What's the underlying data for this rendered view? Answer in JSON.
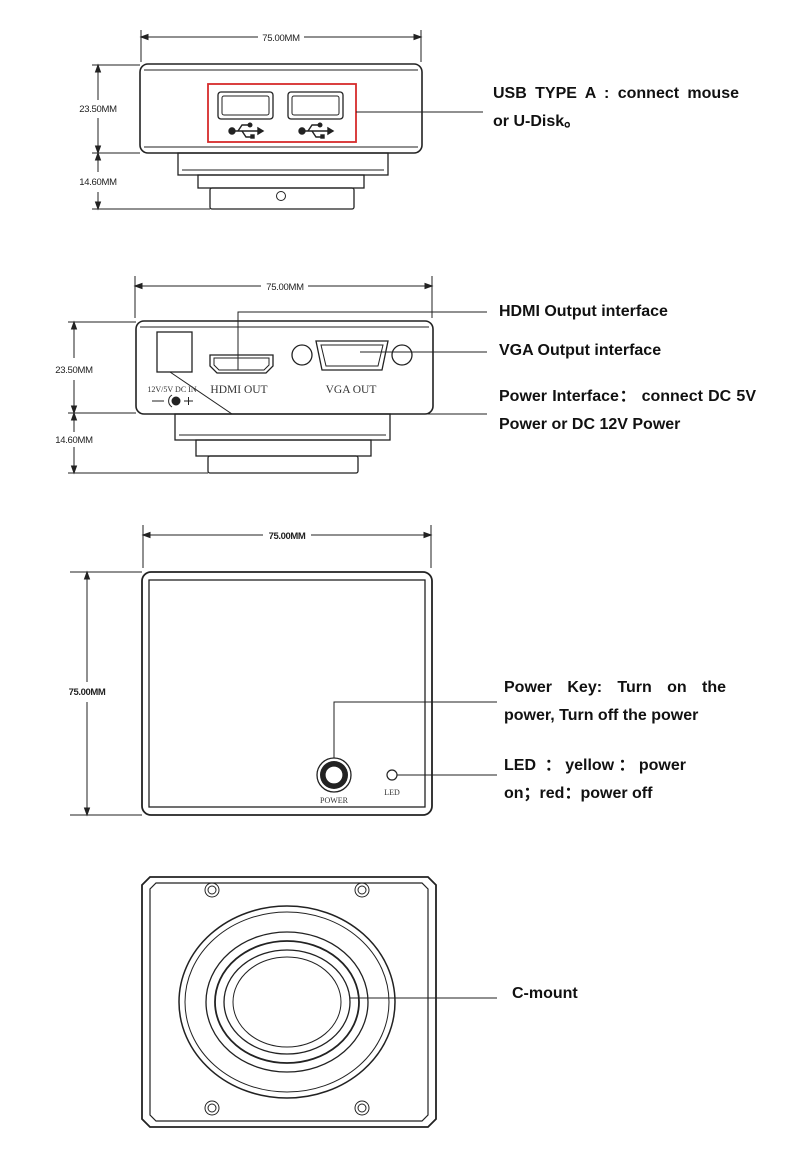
{
  "views": {
    "top": {
      "width_dim": "75.00MM",
      "height_dim": "23.50MM",
      "mount_dim": "14.60MM"
    },
    "rear": {
      "width_dim": "75.00MM",
      "height_dim": "23.50MM",
      "mount_dim": "14.60MM",
      "power_port_label": "12V/5V DC IN",
      "hdmi_port_label": "HDMI OUT",
      "vga_port_label": "VGA OUT"
    },
    "side": {
      "width_dim": "75.00MM",
      "height_dim": "75.00MM",
      "power_button_label": "POWER",
      "led_label": "LED"
    },
    "front": {}
  },
  "callouts": {
    "usb": "USB TYPE A : connect mouse or U-Disk。",
    "hdmi": "HDMI Output interface",
    "vga": "VGA Output interface",
    "power_interface": "Power Interface： connect DC 5V Power or DC 12V Power",
    "power_key": "Power Key: Turn on the power, Turn off the power",
    "led": "LED ：yellow：power on；red：power off",
    "cmount": "C-mount"
  },
  "colors": {
    "usb_highlight": "#d62b2b",
    "line": "#222222"
  }
}
